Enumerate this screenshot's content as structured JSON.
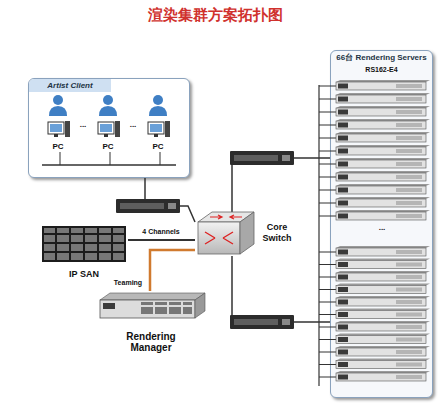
{
  "diagram": {
    "title": "渲染集群方案拓扑图",
    "nodes": [
      {
        "text": [
          "Artist Client"
        ]
      },
      {
        "text": [
          "Core Switch"
        ]
      },
      {
        "text": [
          "IP SAN"
        ]
      },
      {
        "text": [
          "Rendering Manager"
        ]
      },
      {
        "text": [
          "66台 Rendering Servers",
          "RS162-E4"
        ]
      }
    ],
    "edges": [
      {
        "from": 0,
        "to": 1,
        "arrow": "none"
      },
      {
        "from": 2,
        "to": 1,
        "label": "4 Channels",
        "arrow": "none"
      },
      {
        "from": 3,
        "to": 1,
        "label": "Teaming",
        "arrow": "none"
      },
      {
        "from": 1,
        "to": 4,
        "arrow": "none"
      },
      {
        "from": 1,
        "to": 4,
        "arrow": "none"
      }
    ],
    "labels": [
      "PC",
      "...",
      "PC",
      "...",
      "PC",
      "..."
    ]
  }
}
